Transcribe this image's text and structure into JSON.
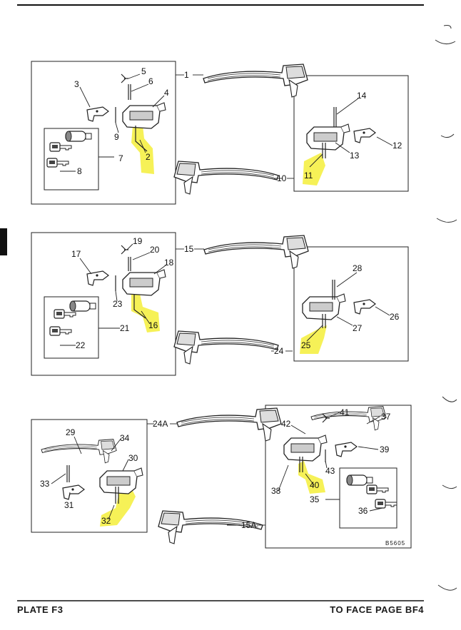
{
  "plate": "PLATE F3",
  "facing_page": "TO FACE PAGE BF4",
  "drawing_ref": "B5605",
  "highlight_color": "#f4ef3a",
  "callouts": {
    "c1": "1",
    "c2": "2",
    "c3": "3",
    "c4": "4",
    "c5": "5",
    "c6": "6",
    "c7": "7",
    "c8": "8",
    "c9": "9",
    "c10": "10",
    "c11": "11",
    "c12": "12",
    "c13": "13",
    "c14": "14",
    "c15": "15",
    "c16": "16",
    "c17": "17",
    "c18": "18",
    "c19": "19",
    "c20": "20",
    "c21": "21",
    "c22": "22",
    "c23": "23",
    "c24": "24",
    "c25": "25",
    "c26": "26",
    "c27": "27",
    "c28": "28",
    "c24A": "24A",
    "c29": "29",
    "c30": "30",
    "c31": "31",
    "c32": "32",
    "c33": "33",
    "c34": "34",
    "c15A": "15A",
    "c35": "35",
    "c36": "36",
    "c37": "37",
    "c38": "38",
    "c39": "39",
    "c40": "40",
    "c41": "41",
    "c42": "42",
    "c43": "43"
  }
}
